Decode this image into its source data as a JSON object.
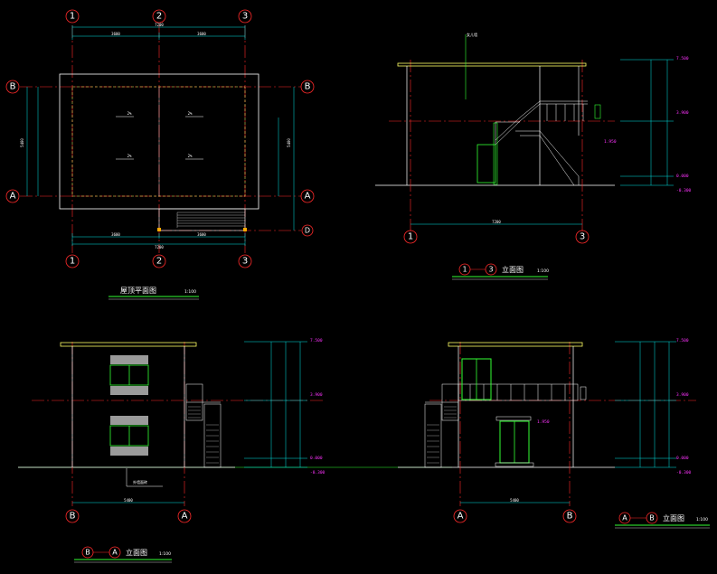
{
  "colors": {
    "background": "#000000",
    "axis_line": "#ff2a2a",
    "dimension": "#00e5e5",
    "wall": "#ffffff",
    "roof": "#ffff66",
    "window": "#33ff33",
    "ground": "#ffffff",
    "elevation_mark": "#ff33ff",
    "hatch": "#9a9a9a",
    "title_underline": "#33ff33"
  },
  "grid_labels": {
    "one": "1",
    "two": "2",
    "three": "3",
    "a": "A",
    "b": "B",
    "d": "D"
  },
  "titles": {
    "plan": "屋顶平面图",
    "plan_scale": "1:100",
    "elev_1_3": "立面图",
    "elev_1_3_scale": "1:100",
    "elev_b_a": "立面图",
    "elev_b_a_scale": "1:100",
    "elev_a_b": "立面图",
    "elev_a_b_scale": "1:100"
  },
  "elevations": {
    "top": "7.500",
    "mid": "3.900",
    "low": "0.000",
    "ground": "-0.300",
    "stair_mid": "1.950"
  },
  "dimensions": {
    "plan_total_width": "7200",
    "plan_bay_left": "3600",
    "plan_bay_right": "3600",
    "plan_depth": "5400",
    "elev_width": "7200",
    "side_width": "5400"
  },
  "notes": {
    "roof_slope_1": "2%",
    "roof_slope_2": "2%",
    "roof_slope_3": "2%",
    "roof_slope_4": "2%",
    "parapet": "女儿墙",
    "material": "外墙面砖"
  }
}
